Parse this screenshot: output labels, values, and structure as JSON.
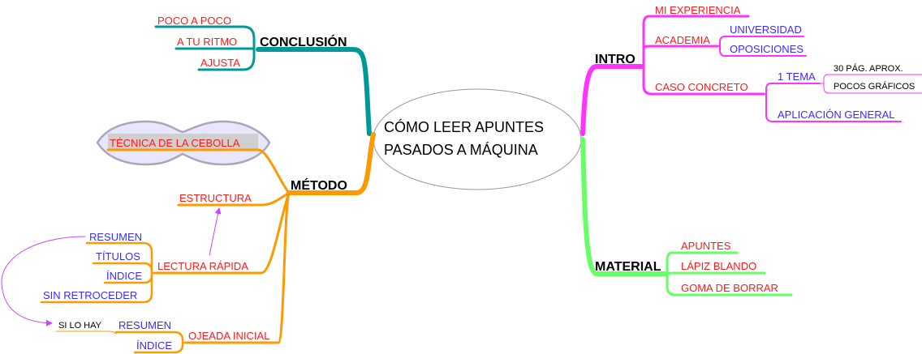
{
  "center": {
    "line1": "CÓMO LEER APUNTES",
    "line2": "PASADOS A MÁQUINA"
  },
  "colors": {
    "conclusion": "#009999",
    "metodo": "#ff9900",
    "intro": "#ff33ff",
    "material": "#66ff66",
    "link": "#cc44ff"
  },
  "conclusion": {
    "label": "CONCLUSIÓN",
    "children": [
      "POCO A POCO",
      "A TU RITMO",
      "AJUSTA"
    ]
  },
  "metodo": {
    "label": "MÉTODO",
    "cebolla": "TÉCNICA DE LA CEBOLLA",
    "estructura": "ESTRUCTURA",
    "lectura": {
      "label": "LECTURA RÁPIDA",
      "children": [
        "RESUMEN",
        "TÍTULOS",
        "ÍNDICE",
        "SIN RETROCEDER"
      ]
    },
    "ojeada": {
      "label": "OJEADA INICIAL",
      "children": [
        "RESUMEN",
        "ÍNDICE"
      ],
      "note": "SI LO HAY"
    }
  },
  "intro": {
    "label": "INTRO",
    "experiencia": "MI EXPERIENCIA",
    "academia": {
      "label": "ACADEMIA",
      "children": [
        "UNIVERSIDAD",
        "OPOSICIONES"
      ]
    },
    "caso": {
      "label": "CASO CONCRETO",
      "tema": {
        "label": "1 TEMA",
        "children": [
          "30 PÁG. APROX.",
          "POCOS GRÁFICOS"
        ]
      },
      "aplicacion": "APLICACIÓN GENERAL"
    }
  },
  "material": {
    "label": "MATERIAL",
    "children": [
      "APUNTES",
      "LÁPIZ BLANDO",
      "GOMA DE BORRAR"
    ]
  }
}
